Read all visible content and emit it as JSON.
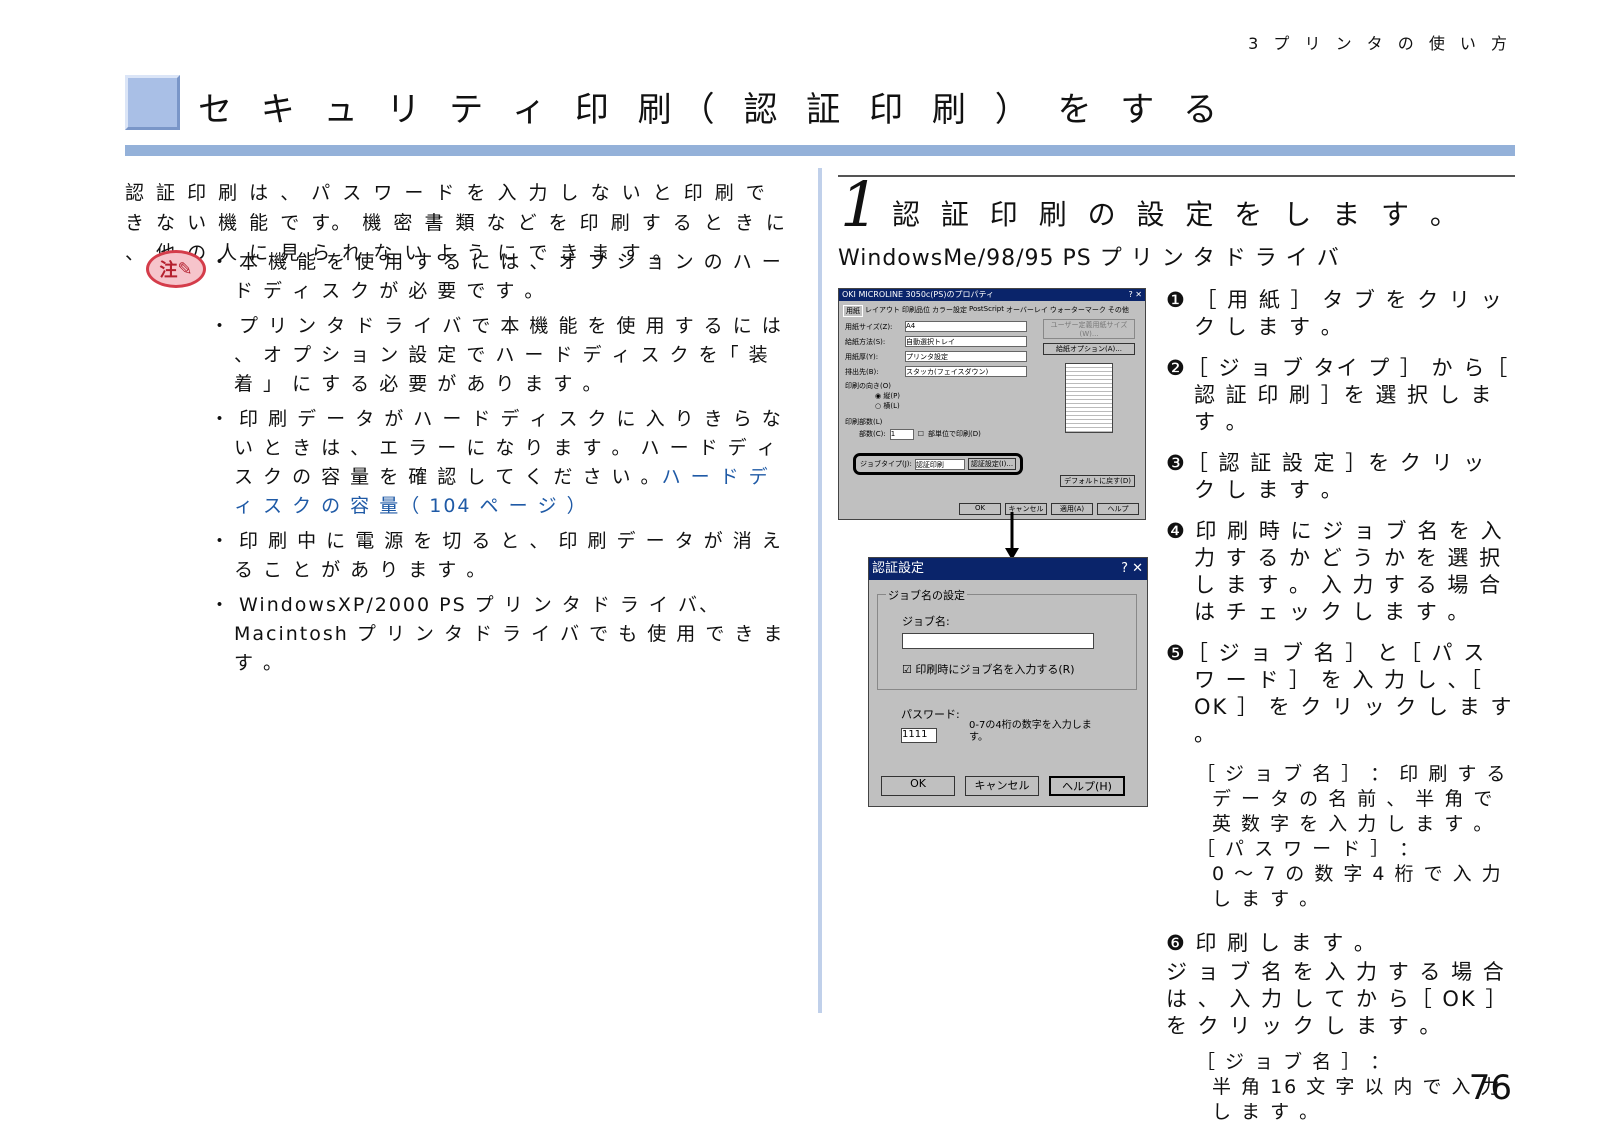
{
  "header": {
    "chapter": "3 プ リ ン タ の 使 い 方",
    "title": "セ キ ュ リ テ ィ 印 刷（ 認 証 印 刷 ） を す る",
    "page_number": "76"
  },
  "left": {
    "intro": "認 証 印 刷 は 、 パ ス ワ ー ド を 入 力 し な い と 印 刷 で き な い 機 能 で す。 機 密 書 類 な ど を 印 刷 す る と き に 、 他 の 人 に 見 ら れ な い よ う に で き ま す 。",
    "note_badge": "注",
    "notes": [
      "・ 本 機 能 を 使 用 す る に は 、 オ プ シ ョ ン の ハ ー ド デ ィ ス ク が 必 要 で す 。",
      "・ プ リ ン タ ド ラ イ バ で 本 機 能 を 使 用 す る に は 、 オ プ シ ョ ン 設 定 で ハ ー ド デ ィ ス ク を「 装 着 」 に す る 必 要 が あ り ま す 。",
      "・ 印 刷 デ ー タ が ハ ー ド デ ィ ス ク に 入 り き ら な い と き は 、 エ ラ ー に な り ま す 。 ハ ー ド デ ィ ス ク の 容 量 を 確 認 し て く だ さ い 。",
      "・ 印 刷 中 に 電 源 を 切 る と 、 印 刷 デ ー タ が 消 え る こ と が あ り ま す 。",
      "・ WindowsXP/2000 PS プ リ ン タ ド ラ イ バ、Macintosh プ リ ン タ ド ラ イ バ で も 使 用 で き ま す 。"
    ],
    "link_text": "ハ ー ド デ ィ ス ク の 容 量",
    "link_suffix": "（ 104 ペ ー ジ ）"
  },
  "right": {
    "step_number": "1",
    "step_title": "認 証 印 刷 の 設 定 を し ま す 。",
    "subhead": "WindowsMe/98/95 PS プ リ ン タ ド ラ イ バ",
    "dialog1": {
      "title": "OKI MICROLINE 3050c(PS)のプロパティ",
      "tabs": [
        "用紙",
        "レイアウト",
        "印刷品位",
        "カラー設定",
        "PostScript",
        "オーバーレイ",
        "ウォーターマーク",
        "その他"
      ],
      "fields": [
        {
          "label": "用紙サイズ(Z):",
          "value": "A4"
        },
        {
          "label": "給紙方法(S):",
          "value": "自動選択トレイ"
        },
        {
          "label": "用紙厚(Y):",
          "value": "プリンタ設定"
        },
        {
          "label": "排出先(B):",
          "value": "スタッカ(フェイスダウン)"
        }
      ],
      "orientation_label": "印刷の向き(O)",
      "portrait": "縦(P)",
      "landscape": "横(L)",
      "copies_group": "印刷部数(L)",
      "copies_label": "部数(C):",
      "copies_value": "1",
      "collate": "部単位で印刷(D)",
      "jobtype_label": "ジョブタイプ(J):",
      "jobtype_value": "認証印刷",
      "auth_button": "認証設定(I)...",
      "user_size_button": "ユーザー定義用紙サイズ(W)...",
      "feed_option_button": "給紙オプション(A)...",
      "default_button": "デフォルトに戻す(D)",
      "ok": "OK",
      "cancel": "キャンセル",
      "apply": "適用(A)",
      "help": "ヘルプ"
    },
    "dialog2": {
      "title": "認証設定",
      "group": "ジョブ名の設定",
      "jobname_label": "ジョブ名:",
      "checkbox": "印刷時にジョブ名を入力する(R)",
      "password_label": "パスワード:",
      "password_value": "1111",
      "password_hint": "0-7の4桁の数字を入力します。",
      "ok": "OK",
      "cancel": "キャンセル",
      "help": "ヘルプ(H)"
    },
    "steps": [
      "❶ ［ 用 紙 ］ タ ブ を ク リ ッ ク し ま す 。",
      "❷［ ジ ョ ブ タイ プ ］ か ら［ 認 証 印 刷 ］を 選 択 し ま す 。",
      "❸［ 認 証 設 定 ］を ク リ ッ ク し ま す 。",
      "❹ 印 刷 時 に ジ ョ ブ 名 を 入 力 す る か ど う か を 選 択 し ま す 。 入 力 す る 場 合 は チ ェ ッ ク し ま す 。",
      "❺［ ジ ョ ブ 名 ］ と［ パ ス ワ ー ド ］ を 入 力 し 、［ OK ］ を ク リ ッ ク し ま す 。"
    ],
    "step5_sub": [
      "［ ジ ョ ブ 名 ］ ： 印 刷 す る",
      "デ ー タ の 名 前 、 半 角 で 英 数 字 を 入 力 し ま す 。",
      "［ パ ス ワ ー ド ］ ：",
      "0 〜 7 の 数 字 4 桁 で 入 力 し ま す 。"
    ],
    "step6": "❻ 印 刷 し ま す 。",
    "step6_body": "ジ ョ ブ 名 を 入 力 す る 場 合 は 、 入 力 し て か ら［ OK ］ を ク リ ッ ク し ま す 。",
    "step6_sub": [
      "［ ジ ョ ブ 名 ］ ：",
      "半 角 16 文 字 以 内 で 入 力 し ま す 。"
    ]
  }
}
